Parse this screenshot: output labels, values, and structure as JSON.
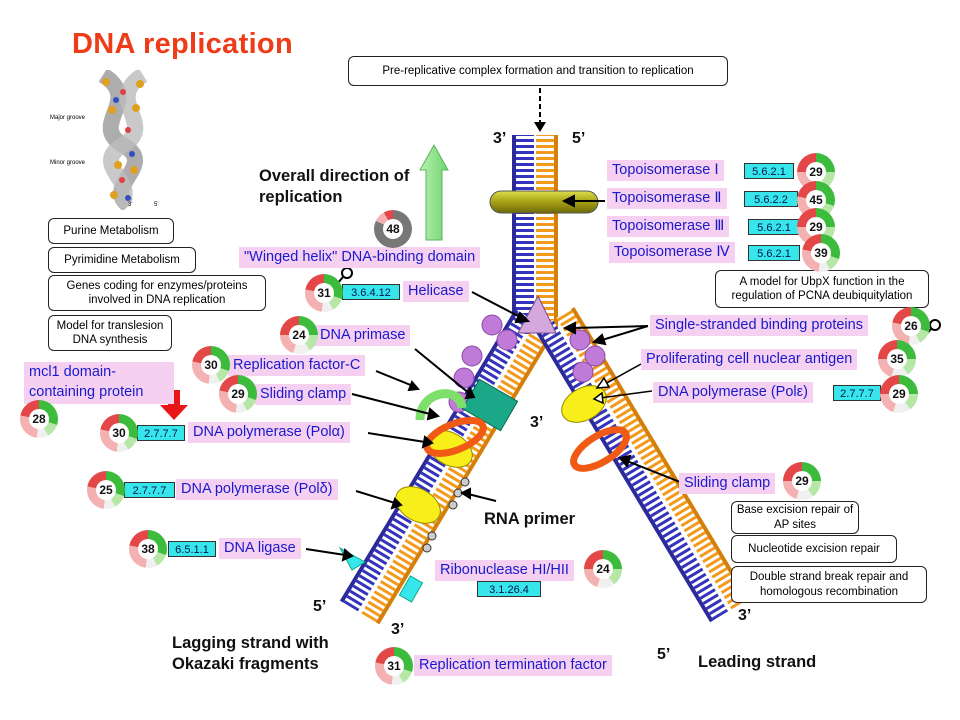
{
  "title": "DNA replication",
  "helix_labels": {
    "major": "Major groove",
    "minor": "Minor groove",
    "end3": "3'",
    "end5": "5'"
  },
  "boxes": {
    "prereplicative": "Pre-replicative  complex formation and transition to replication",
    "purine": "Purine Metabolism",
    "pyrimidine": "Pyrimidine Metabolism",
    "genes": "Genes coding for enzymes/proteins involved  in DNA replication",
    "translesion": "Model for translesion DNA synthesis",
    "ubpx": "A model for UbpX function in the regulation of PCNA deubiquitylation",
    "ber": "Base excision repair of AP sites",
    "ner": "Nucleotide excision repair",
    "dsb": "Double strand break repair and homologous recombination"
  },
  "labels": {
    "overall_direction": "Overall direction of replication",
    "rna_primer": "RNA primer",
    "lagging": "Lagging strand with Okazaki fragments",
    "leading": "Leading strand",
    "top3": "3’",
    "top5": "5’",
    "mid3": "3’",
    "lag5": "5’",
    "lag3": "3’",
    "lead3": "3’",
    "lead5": "5’"
  },
  "proteins": {
    "topo1": "Topoisomerase Ⅰ",
    "topo2": "Topoisomerase Ⅱ",
    "topo3": "Topoisomerase Ⅲ",
    "topo4": "Topoisomerase Ⅳ",
    "winged": "\"Winged helix\" DNA-binding domain",
    "helicase": "Helicase",
    "ssb": "Single-stranded binding proteins",
    "pcna": "Proliferating cell nuclear antigen",
    "pole": "DNA polymerase (Polε)",
    "primase": "DNA primase",
    "rfc": "Replication factor-C",
    "sliding_left": "Sliding clamp",
    "mcl1": "mcl1 domain-containing protein",
    "pola": "DNA polymerase (Polα)",
    "sliding_right": "Sliding clamp",
    "pold": "DNA polymerase (Polδ)",
    "ligase": "DNA ligase",
    "rnase": "Ribonuclease HI/HII",
    "rtf": "Replication termination factor"
  },
  "ec": {
    "topo1": "5.6.2.1",
    "topo2": "5.6.2.2",
    "topo3": "5.6.2.1",
    "topo4": "5.6.2.1",
    "helicase": "3.6.4.12",
    "pole": "2.7.7.7",
    "pola": "2.7.7.7",
    "pold": "2.7.7.7",
    "ligase": "6.5.1.1",
    "rnase": "3.1.26.4"
  },
  "counts": {
    "topo1": "29",
    "topo2": "45",
    "topo3": "29",
    "topo4": "39",
    "overall": "48",
    "helicase": "31",
    "ssb": "26",
    "pcna": "35",
    "pole": "29",
    "primase": "24",
    "rfc": "30",
    "sliding_left": "29",
    "mcl1": "28",
    "pola": "30",
    "sliding_right": "29",
    "pold": "25",
    "ligase": "38",
    "rnase": "24",
    "rtf": "31"
  },
  "colors": {
    "title": "#ee3b18",
    "pink": "#f6d0f0",
    "ec": "#36e6ea",
    "blue_strand": "#3333bb",
    "orange_strand": "#f29a1b",
    "polymerase": "#f8ee1a",
    "clamp": "#f05a14",
    "ssb": "#c07ad8",
    "arrow": "#8ee68e"
  }
}
